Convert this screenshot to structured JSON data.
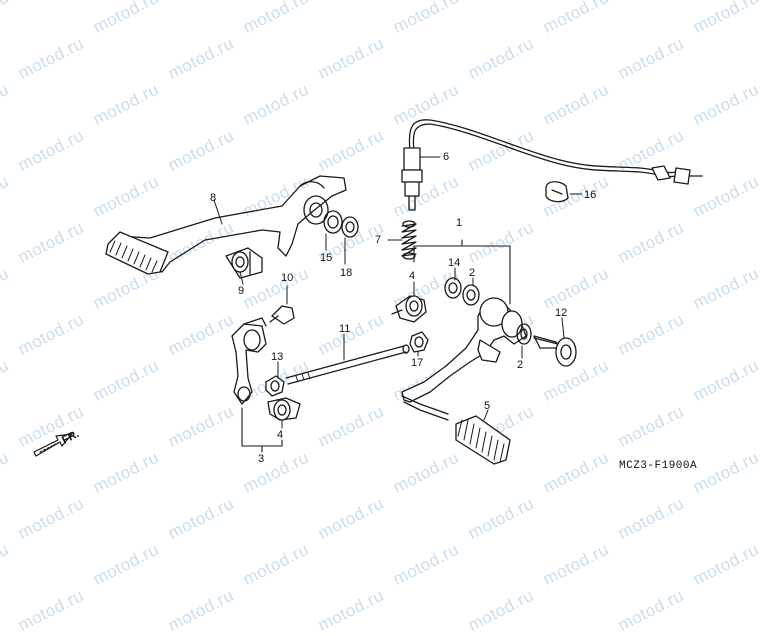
{
  "watermark_text": "motod.ru",
  "diagram_code": "MCZ3-F1900A",
  "front_indicator": "FR.",
  "callouts": {
    "c1": "1",
    "c2a": "2",
    "c2b": "2",
    "c3": "3",
    "c4a": "4",
    "c4b": "4",
    "c5": "5",
    "c6": "6",
    "c7": "7",
    "c8": "8",
    "c9": "9",
    "c10": "10",
    "c11": "11",
    "c12": "12",
    "c13": "13",
    "c14": "14",
    "c15": "15",
    "c16": "16",
    "c17": "17",
    "c18": "18"
  },
  "colors": {
    "line": "#1a1a1a",
    "watermark": "#c9def0"
  }
}
